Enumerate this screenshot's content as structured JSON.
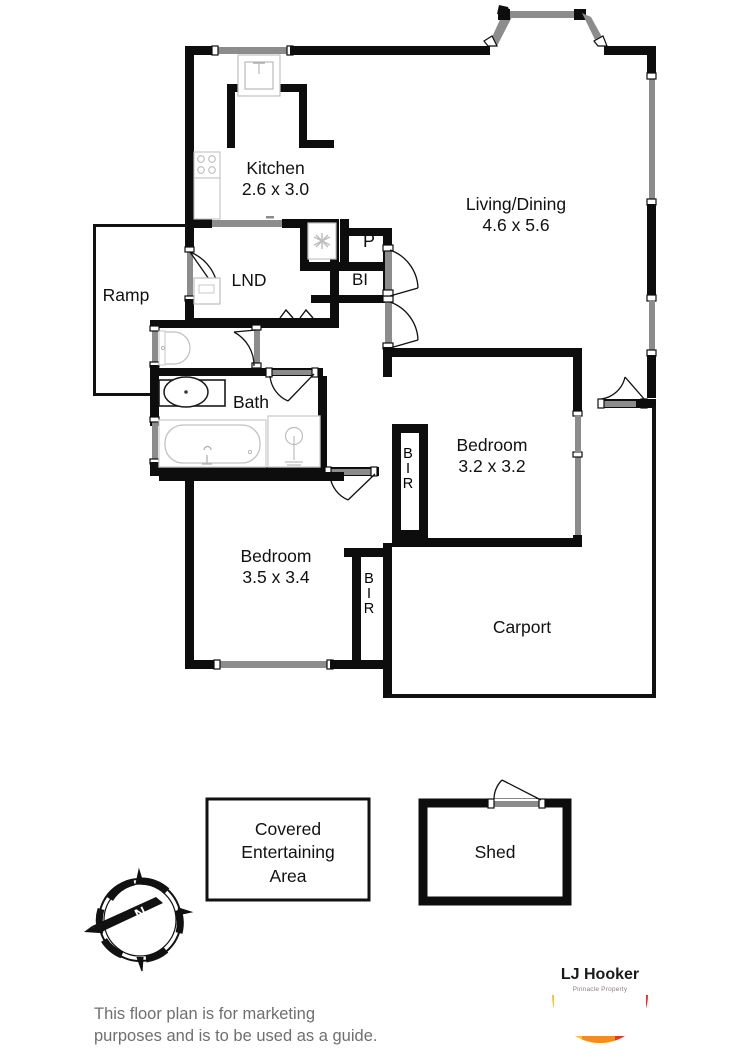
{
  "document": {
    "type": "real-estate-floor-plan",
    "disclaimer": "This floor plan is for marketing\npurposes and is to be used as a guide."
  },
  "brand": {
    "name": "LJ Hooker",
    "tagline": "Pinnacle Property",
    "colors": {
      "yellow": "#F9C22E",
      "orange": "#F68B1F",
      "red": "#E63329"
    }
  },
  "compass": {
    "label": "N",
    "name": "north-compass"
  },
  "rooms": [
    {
      "key": "kitchen",
      "name": "Kitchen",
      "dimensions": "2.6 x 3.0"
    },
    {
      "key": "living",
      "name": "Living/Dining",
      "dimensions": "4.6 x 5.6"
    },
    {
      "key": "bedroom1",
      "name": "Bedroom",
      "dimensions": "3.5 x 3.4"
    },
    {
      "key": "bedroom2",
      "name": "Bedroom",
      "dimensions": "3.2 x 3.2"
    },
    {
      "key": "bath",
      "name": "Bath",
      "dimensions": ""
    },
    {
      "key": "lnd",
      "name": "LND",
      "dimensions": ""
    },
    {
      "key": "ramp",
      "name": "Ramp",
      "dimensions": ""
    },
    {
      "key": "carport",
      "name": "Carport",
      "dimensions": ""
    }
  ],
  "small_labels": {
    "pantry": "P",
    "builtin": "BI"
  },
  "robe_labels": {
    "bir_upper": [
      "B",
      "I",
      "R"
    ],
    "bir_lower": [
      "B",
      "I",
      "R"
    ]
  },
  "outbuildings": [
    {
      "key": "entertaining",
      "name": "Covered\nEntertaining\nArea"
    },
    {
      "key": "shed",
      "name": "Shed"
    }
  ],
  "style": {
    "wall_color": "#0d0d0d",
    "window_color": "#8c8c8c",
    "fixture_stroke": "#b9b9b9",
    "thin_wall_color": "#111111"
  }
}
